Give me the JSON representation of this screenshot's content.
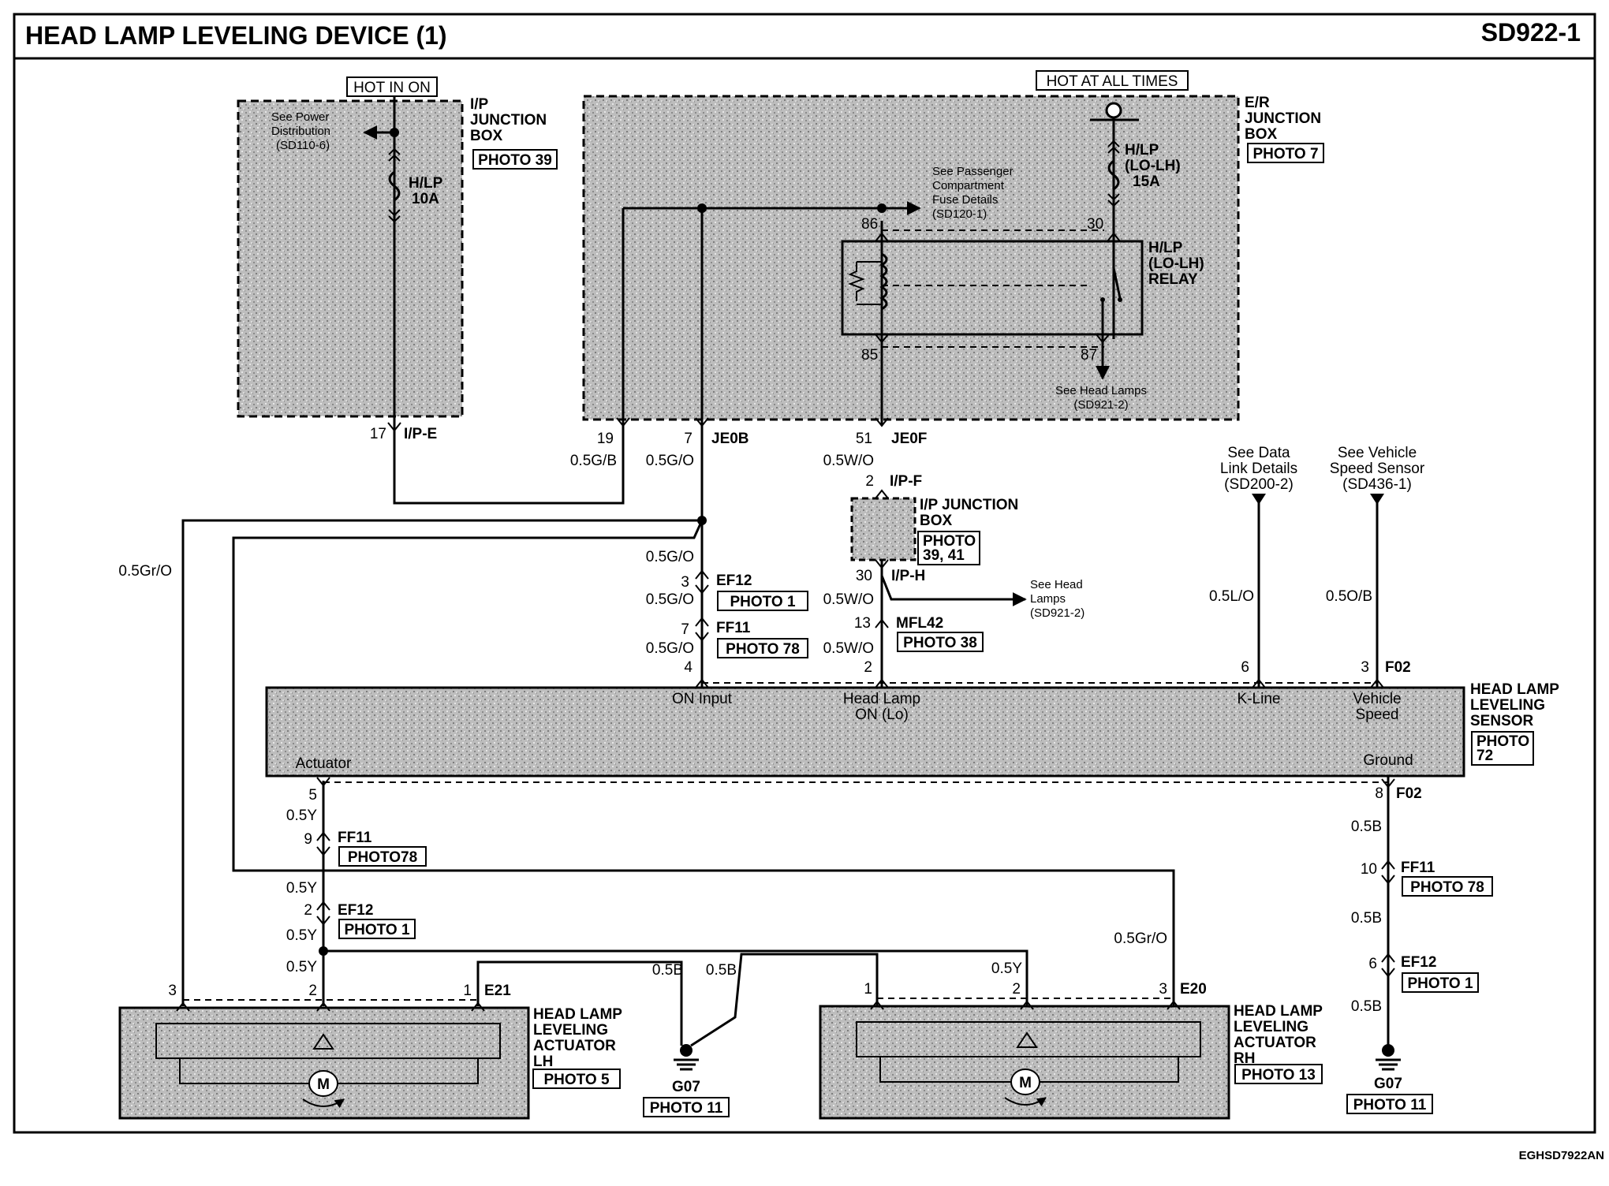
{
  "title": "HEAD LAMP LEVELING DEVICE (1)",
  "page_code": "SD922-1",
  "footer_code": "EGHSD7922AN",
  "hot_in_on": "HOT IN ON",
  "hot_at_all_times": "HOT AT ALL TIMES",
  "ip_box": {
    "label": [
      "I/P",
      "JUNCTION",
      "BOX"
    ],
    "photo": "PHOTO 39",
    "see_power": [
      "See Power",
      "Distribution",
      "(SD110-6)"
    ],
    "fuse": [
      "H/LP",
      "10A"
    ],
    "pin": "17",
    "connector": "I/P-E"
  },
  "er_box": {
    "label": [
      "E/R",
      "JUNCTION",
      "BOX"
    ],
    "photo": "PHOTO 7",
    "fuse": [
      "H/LP",
      "(LO-LH)",
      "15A"
    ],
    "relay": [
      "H/LP",
      "(LO-LH)",
      "RELAY"
    ],
    "see_fuse": [
      "See Passenger",
      "Compartment",
      "Fuse Details",
      "(SD120-1)"
    ],
    "see_head": [
      "See Head Lamps",
      "(SD921-2)"
    ],
    "pins": {
      "p86": "86",
      "p30": "30",
      "p85": "85",
      "p87": "87",
      "p19": "19",
      "p7": "7",
      "p51": "51"
    },
    "je0b": "JE0B",
    "je0f": "JE0F"
  },
  "ipf_box": {
    "label": [
      "I/P JUNCTION",
      "BOX"
    ],
    "photo": [
      "PHOTO",
      "39, 41"
    ],
    "pin_top": "2",
    "conn_top": "I/P-F",
    "pin_bot": "30",
    "conn_bot": "I/P-H",
    "see_head": [
      "See Head",
      "Lamps",
      "(SD921-2)"
    ]
  },
  "wires": {
    "gb": "0.5G/B",
    "go": "0.5G/O",
    "wo": "0.5W/O",
    "gro": "0.5Gr/O",
    "lo": "0.5L/O",
    "ob": "0.5O/B",
    "y": "0.5Y",
    "b": "0.5B"
  },
  "connectors": {
    "ef12": "EF12",
    "ff11": "FF11",
    "mfl42": "MFL42",
    "f02": "F02",
    "e21": "E21",
    "e20": "E20",
    "photo1": "PHOTO 1",
    "photo78": "PHOTO 78",
    "photo78b": "PHOTO78",
    "photo38": "PHOTO 38"
  },
  "pins": {
    "p3": "3",
    "p7": "7",
    "p4": "4",
    "p13": "13",
    "p2": "2",
    "p6": "6",
    "p5": "5",
    "p9": "9",
    "p8": "8",
    "p10": "10",
    "p1": "1"
  },
  "sensor": {
    "label": [
      "HEAD LAMP",
      "LEVELING",
      "SENSOR"
    ],
    "photo": [
      "PHOTO",
      "72"
    ],
    "on_input": "ON Input",
    "head_lamp": [
      "Head Lamp",
      "ON (Lo)"
    ],
    "kline": "K-Line",
    "vspeed": [
      "Vehicle",
      "Speed"
    ],
    "actuator": "Actuator",
    "ground": "Ground"
  },
  "see_data": [
    "See Data",
    "Link Details",
    "(SD200-2)"
  ],
  "see_vehicle": [
    "See Vehicle",
    "Speed Sensor",
    "(SD436-1)"
  ],
  "act_lh": {
    "label": [
      "HEAD LAMP",
      "LEVELING",
      "ACTUATOR",
      "LH"
    ],
    "photo": "PHOTO 5"
  },
  "act_rh": {
    "label": [
      "HEAD LAMP",
      "LEVELING",
      "ACTUATOR",
      "RH"
    ],
    "photo": "PHOTO 13"
  },
  "ground": {
    "name": "G07",
    "photo": "PHOTO 11"
  },
  "motor": "M"
}
